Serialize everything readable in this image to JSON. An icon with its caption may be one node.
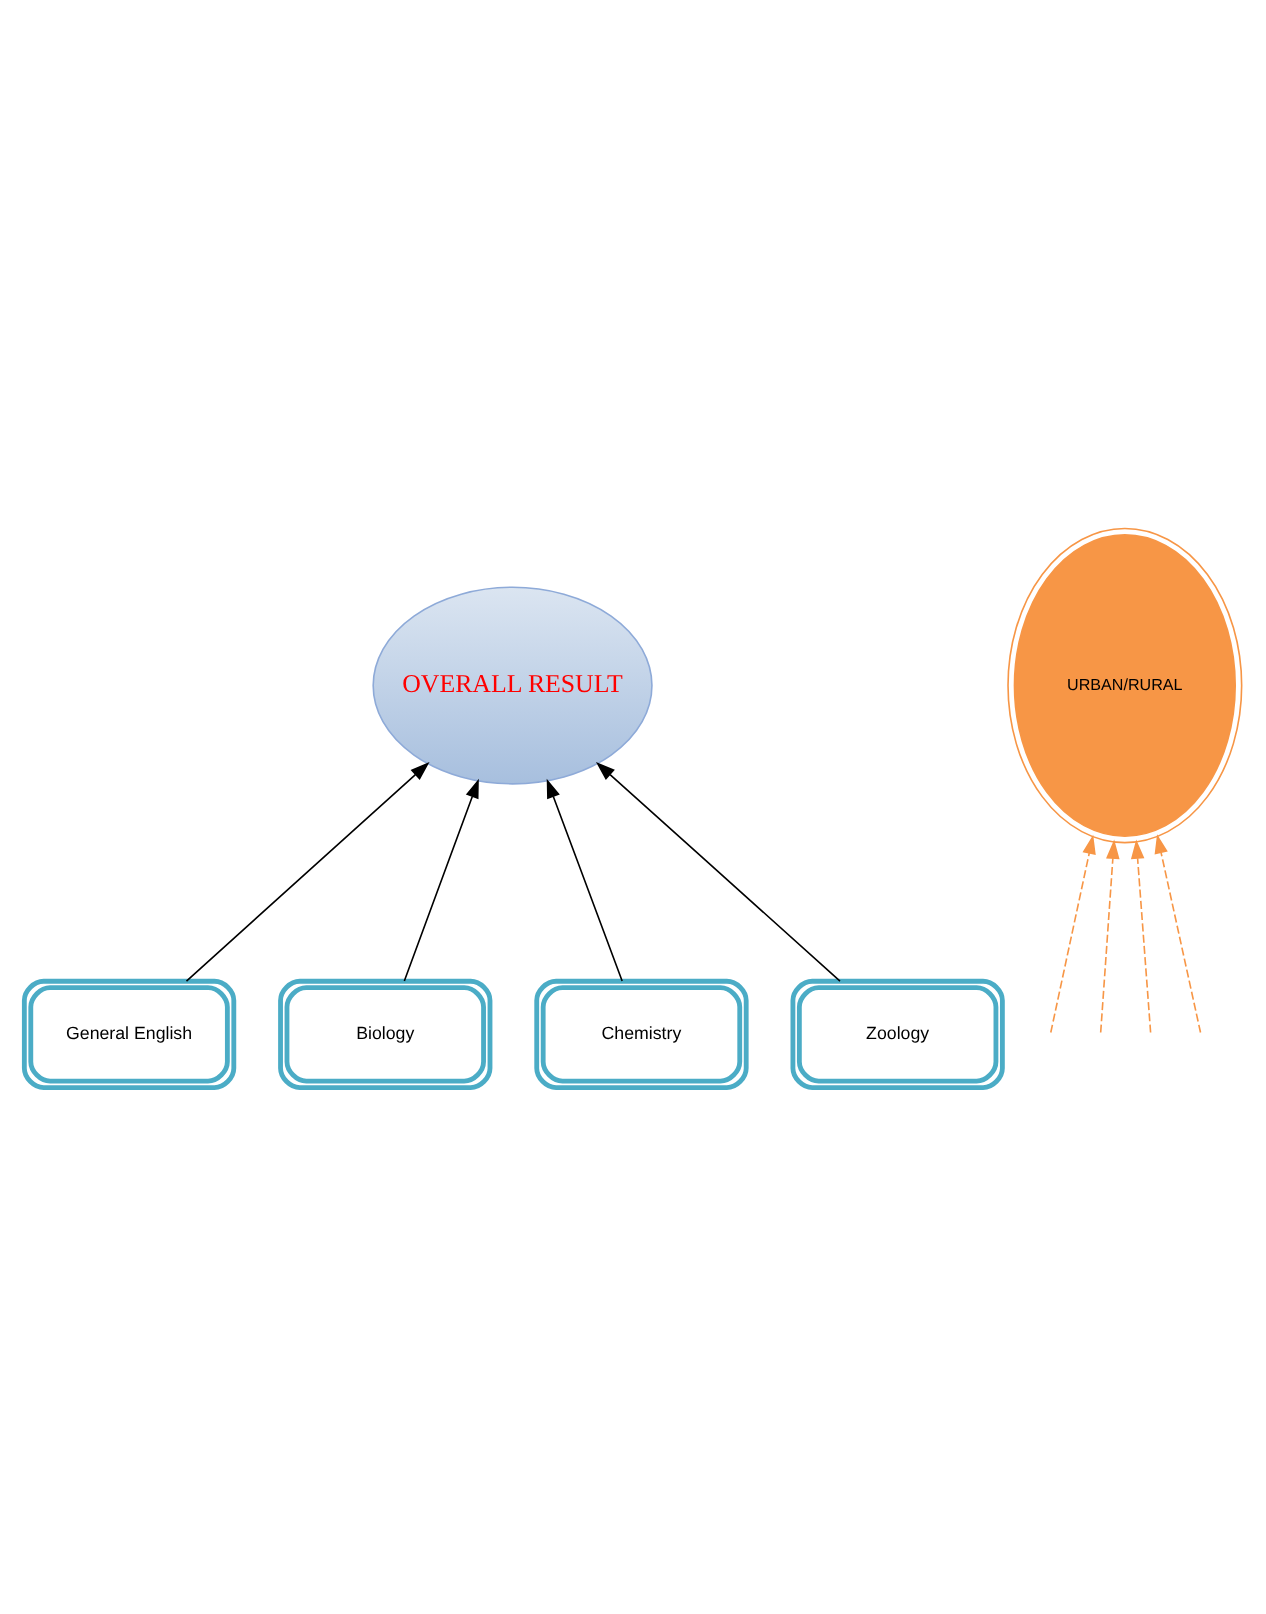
{
  "diagram": {
    "nodes": [
      {
        "text": [
          "OVERALL RESULT"
        ]
      },
      {
        "text": [
          "URBAN/RURAL"
        ]
      },
      {
        "text": [
          "General English"
        ]
      },
      {
        "text": [
          "Biology"
        ]
      },
      {
        "text": [
          "Chemistry"
        ]
      },
      {
        "text": [
          "Zoology"
        ]
      }
    ],
    "edges": [
      {
        "from": 2,
        "to": 0,
        "arrow": "to"
      },
      {
        "from": 3,
        "to": 0,
        "arrow": "to"
      },
      {
        "from": 4,
        "to": 0,
        "arrow": "to"
      },
      {
        "from": 5,
        "to": 0,
        "arrow": "to"
      },
      {
        "from": null,
        "to": 1,
        "arrow": "to",
        "style": "dashed",
        "color": "#f79646"
      },
      {
        "from": null,
        "to": 1,
        "arrow": "to",
        "style": "dashed",
        "color": "#f79646"
      },
      {
        "from": null,
        "to": 1,
        "arrow": "to",
        "style": "dashed",
        "color": "#f79646"
      },
      {
        "from": null,
        "to": 1,
        "arrow": "to",
        "style": "dashed",
        "color": "#f79646"
      }
    ]
  }
}
